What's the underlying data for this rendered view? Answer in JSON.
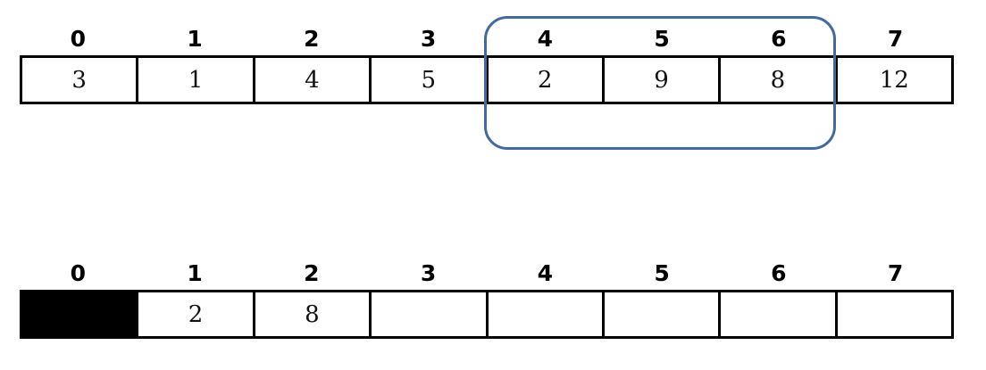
{
  "figure": {
    "kind": "array-diagram",
    "colors": {
      "border": "#000000",
      "highlight": "#44699f",
      "filled_cell": "#000000",
      "background": "#ffffff",
      "text": "#111111"
    }
  },
  "arrays": [
    {
      "name": "source-array",
      "indices": [
        "0",
        "1",
        "2",
        "3",
        "4",
        "5",
        "6",
        "7"
      ],
      "cells": [
        {
          "value": "3",
          "filled": false
        },
        {
          "value": "1",
          "filled": false
        },
        {
          "value": "4",
          "filled": false
        },
        {
          "value": "5",
          "filled": false
        },
        {
          "value": "2",
          "filled": false
        },
        {
          "value": "9",
          "filled": false
        },
        {
          "value": "8",
          "filled": false
        },
        {
          "value": "12",
          "filled": false
        }
      ],
      "highlight": {
        "present": true,
        "label": "selection-bracket",
        "start_index": "4",
        "end_index": "6",
        "color": "#44699f"
      }
    },
    {
      "name": "destination-array",
      "indices": [
        "0",
        "1",
        "2",
        "3",
        "4",
        "5",
        "6",
        "7"
      ],
      "cells": [
        {
          "value": "",
          "filled": true
        },
        {
          "value": "2",
          "filled": false
        },
        {
          "value": "8",
          "filled": false
        },
        {
          "value": "",
          "filled": false
        },
        {
          "value": "",
          "filled": false
        },
        {
          "value": "",
          "filled": false
        },
        {
          "value": "",
          "filled": false
        },
        {
          "value": "",
          "filled": false
        }
      ],
      "highlight": {
        "present": false
      }
    }
  ]
}
